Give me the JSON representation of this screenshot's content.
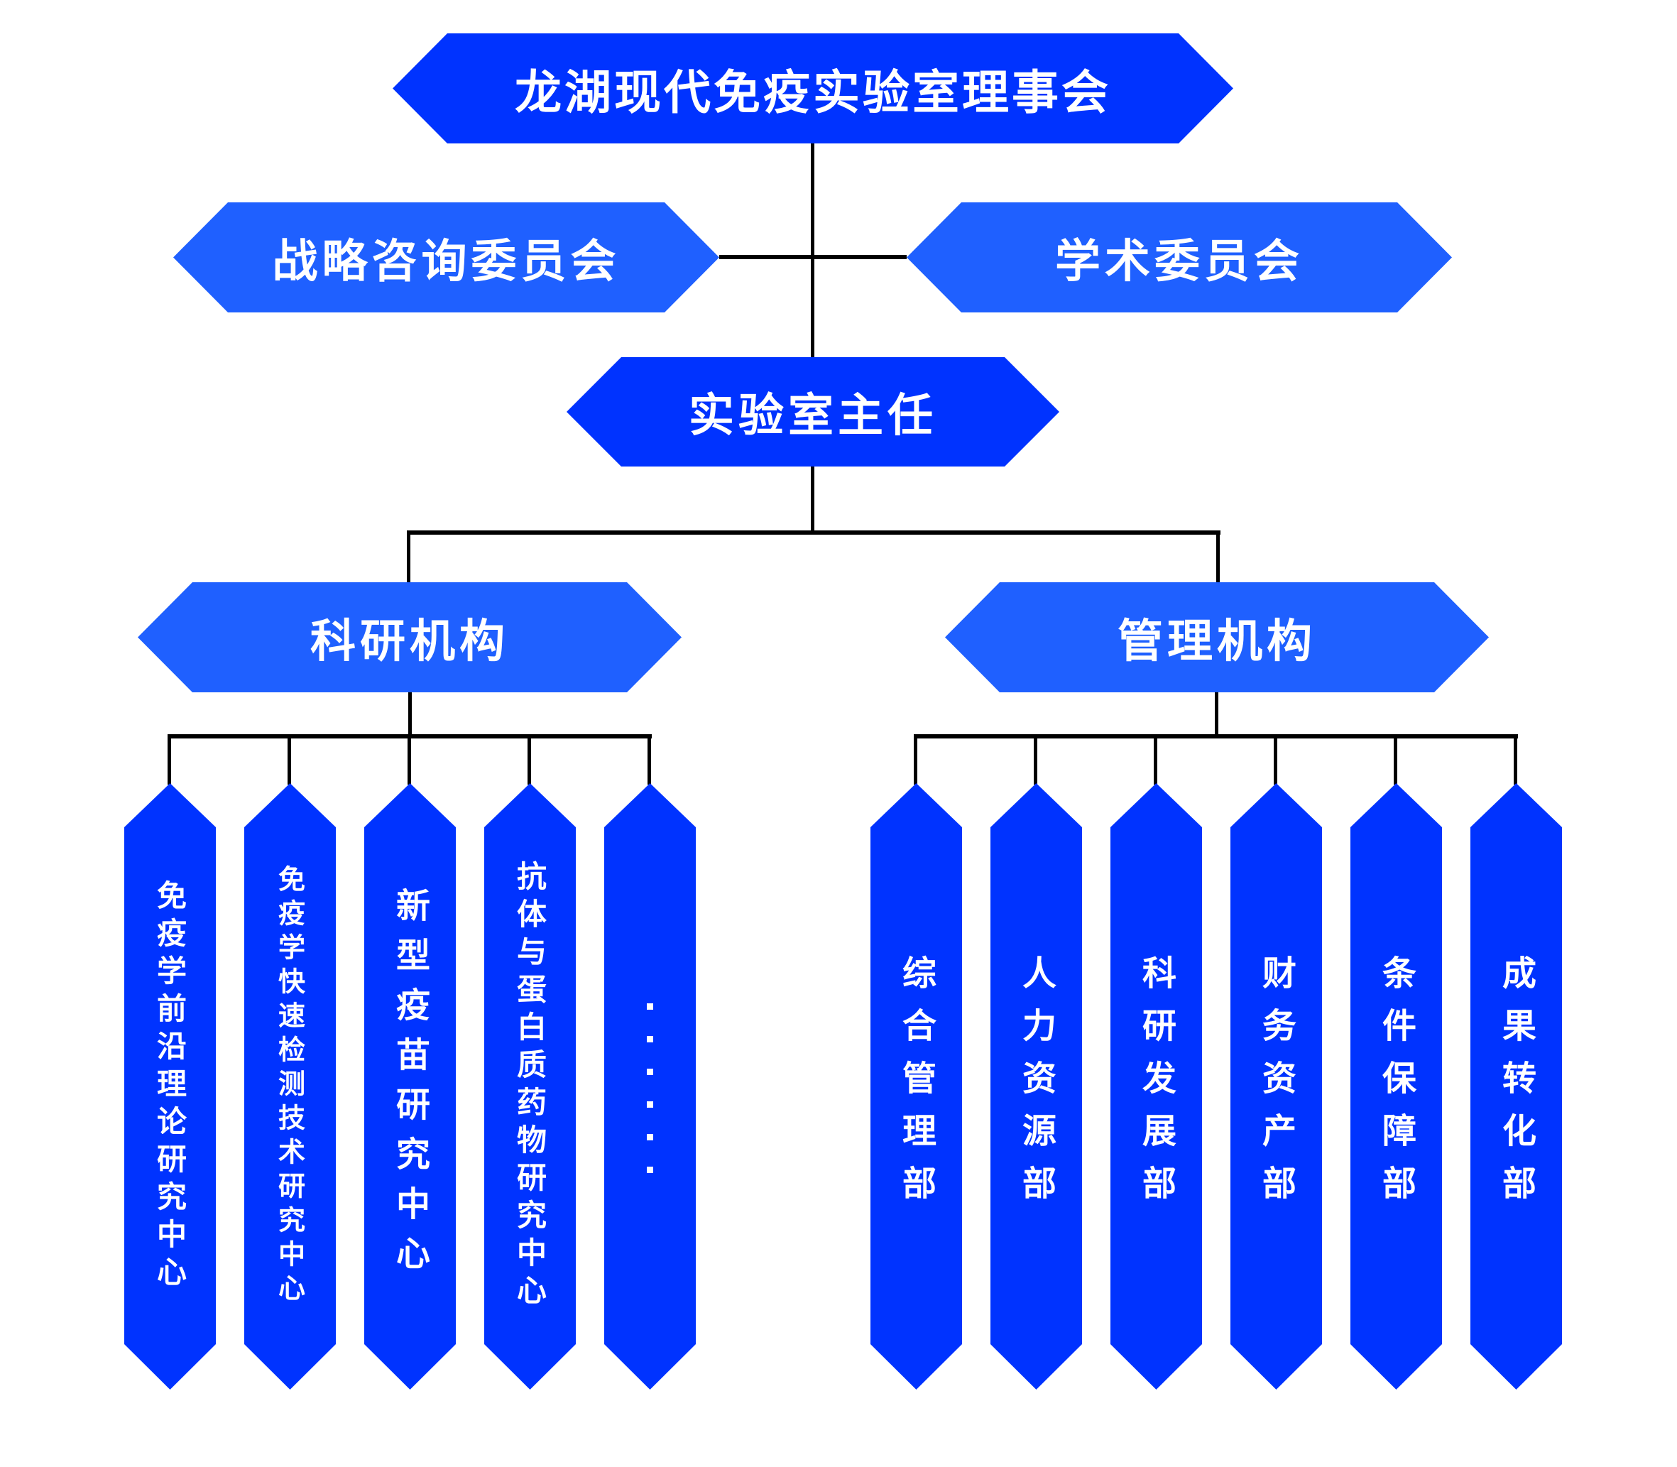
{
  "colors": {
    "primary": "#0033FF",
    "secondary": "#1F60FF",
    "connector": "#000000",
    "text": "#FFFFFF"
  },
  "board": {
    "label": "龙湖现代免疫实验室理事会"
  },
  "committees": [
    {
      "label": "战略咨询委员会"
    },
    {
      "label": "学术委员会"
    }
  ],
  "director": {
    "label": "实验室主任"
  },
  "divisions": [
    {
      "label": "科研机构",
      "units": [
        {
          "label": "免疫学前沿理论研究中心"
        },
        {
          "label": "免疫学快速检测技术研究中心"
        },
        {
          "label": "新型疫苗研究中心"
        },
        {
          "label": "抗体与蛋白质药物研究中心"
        },
        {
          "label": "……",
          "ellipsis": true
        }
      ]
    },
    {
      "label": "管理机构",
      "units": [
        {
          "label": "综合管理部"
        },
        {
          "label": "人力资源部"
        },
        {
          "label": "科研发展部"
        },
        {
          "label": "财务资产部"
        },
        {
          "label": "条件保障部"
        },
        {
          "label": "成果转化部"
        }
      ]
    }
  ]
}
